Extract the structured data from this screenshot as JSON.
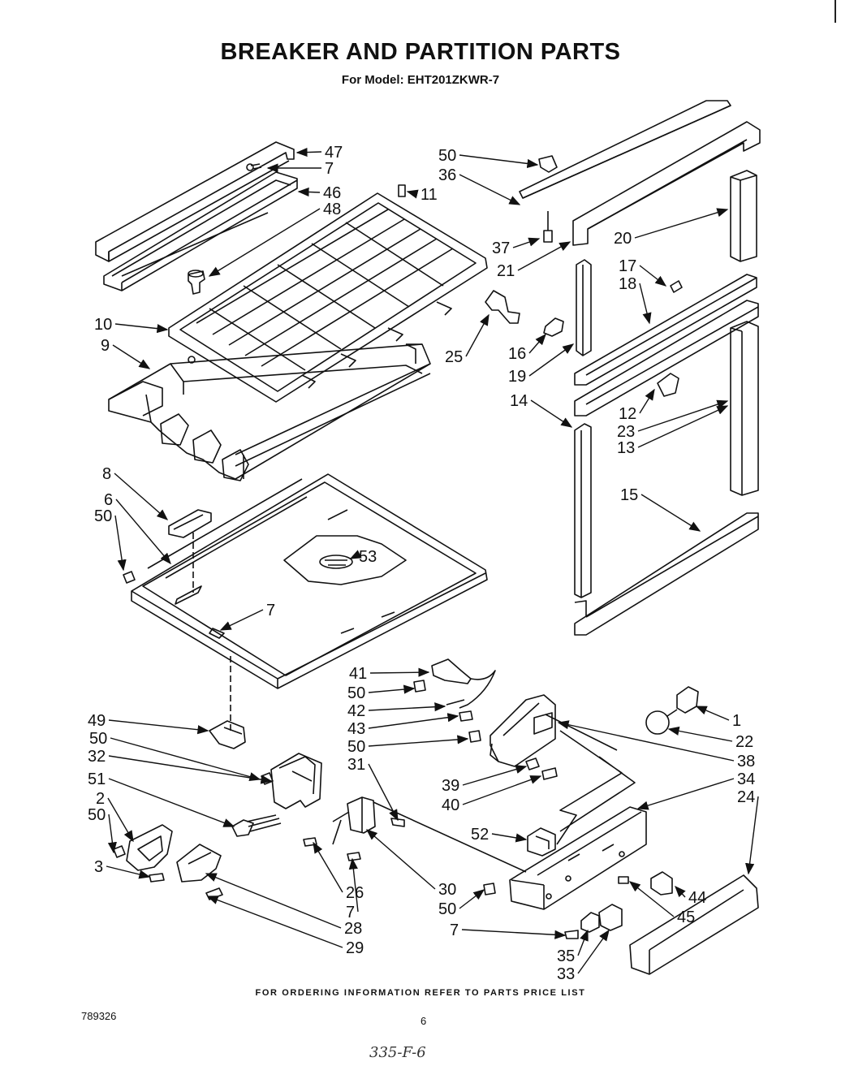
{
  "title": "BREAKER AND PARTITION PARTS",
  "subtitle": "For Model: EHT201ZKWR-7",
  "footer_note": "FOR ORDERING INFORMATION REFER TO PARTS PRICE LIST",
  "document_number": "789326",
  "page_number": "6",
  "handwritten_note": "335-F-6",
  "callouts": [
    {
      "id": "c47a",
      "label": "47"
    },
    {
      "id": "c7a",
      "label": "7"
    },
    {
      "id": "c46",
      "label": "46"
    },
    {
      "id": "c48",
      "label": "48"
    },
    {
      "id": "c11",
      "label": "11"
    },
    {
      "id": "c50a",
      "label": "50"
    },
    {
      "id": "c36",
      "label": "36"
    },
    {
      "id": "c37",
      "label": "37"
    },
    {
      "id": "c21",
      "label": "21"
    },
    {
      "id": "c20",
      "label": "20"
    },
    {
      "id": "c17",
      "label": "17"
    },
    {
      "id": "c18",
      "label": "18"
    },
    {
      "id": "c10",
      "label": "10"
    },
    {
      "id": "c9",
      "label": "9"
    },
    {
      "id": "c25",
      "label": "25"
    },
    {
      "id": "c16",
      "label": "16"
    },
    {
      "id": "c19",
      "label": "19"
    },
    {
      "id": "c14",
      "label": "14"
    },
    {
      "id": "c12",
      "label": "12"
    },
    {
      "id": "c23",
      "label": "23"
    },
    {
      "id": "c13",
      "label": "13"
    },
    {
      "id": "c8",
      "label": "8"
    },
    {
      "id": "c6",
      "label": "6"
    },
    {
      "id": "c50b",
      "label": "50"
    },
    {
      "id": "c53",
      "label": "53"
    },
    {
      "id": "c15",
      "label": "15"
    },
    {
      "id": "c7b",
      "label": "7"
    },
    {
      "id": "c41",
      "label": "41"
    },
    {
      "id": "c50c",
      "label": "50"
    },
    {
      "id": "c42",
      "label": "42"
    },
    {
      "id": "c43",
      "label": "43"
    },
    {
      "id": "c50d",
      "label": "50"
    },
    {
      "id": "c1",
      "label": "1"
    },
    {
      "id": "c22",
      "label": "22"
    },
    {
      "id": "c38",
      "label": "38"
    },
    {
      "id": "c31",
      "label": "31"
    },
    {
      "id": "c39",
      "label": "39"
    },
    {
      "id": "c40",
      "label": "40"
    },
    {
      "id": "c34",
      "label": "34"
    },
    {
      "id": "c24",
      "label": "24"
    },
    {
      "id": "c49",
      "label": "49"
    },
    {
      "id": "c50e",
      "label": "50"
    },
    {
      "id": "c32",
      "label": "32"
    },
    {
      "id": "c51",
      "label": "51"
    },
    {
      "id": "c2",
      "label": "2"
    },
    {
      "id": "c50f",
      "label": "50"
    },
    {
      "id": "c3",
      "label": "3"
    },
    {
      "id": "c52",
      "label": "52"
    },
    {
      "id": "c26",
      "label": "26"
    },
    {
      "id": "c7c",
      "label": "7"
    },
    {
      "id": "c28",
      "label": "28"
    },
    {
      "id": "c29",
      "label": "29"
    },
    {
      "id": "c30",
      "label": "30"
    },
    {
      "id": "c50g",
      "label": "50"
    },
    {
      "id": "c7d",
      "label": "7"
    },
    {
      "id": "c44",
      "label": "44"
    },
    {
      "id": "c45",
      "label": "45"
    },
    {
      "id": "c35",
      "label": "35"
    },
    {
      "id": "c33",
      "label": "33"
    }
  ]
}
